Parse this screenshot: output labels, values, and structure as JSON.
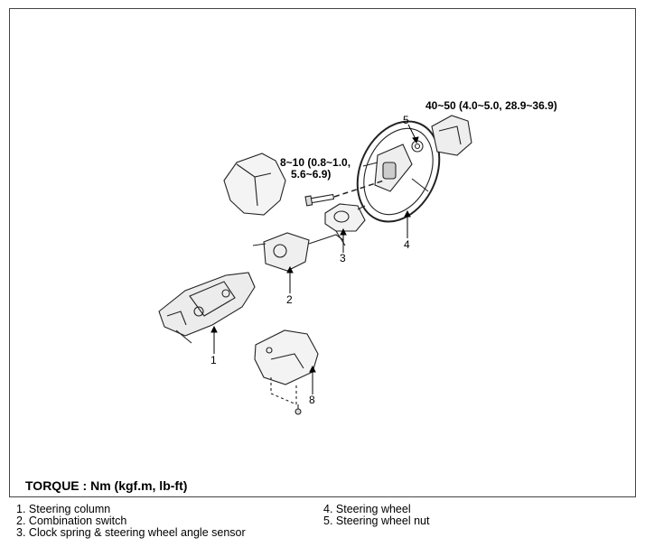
{
  "callouts": [
    "1",
    "2",
    "3",
    "4",
    "5",
    "8"
  ],
  "torque_specs": {
    "nut": "40~50 (4.0~5.0, 28.9~36.9)",
    "bolt_line1": "8~10 (0.8~1.0,",
    "bolt_line2": "5.6~6.9)"
  },
  "torque_title": "TORQUE : Nm (kgf.m, lb-ft)",
  "legend": [
    {
      "num": "1.",
      "text": "Steering column"
    },
    {
      "num": "2.",
      "text": "Combination switch"
    },
    {
      "num": "3.",
      "text": "Clock spring & steering wheel angle sensor"
    },
    {
      "num": "4.",
      "text": "Steering wheel"
    },
    {
      "num": "5.",
      "text": "Steering wheel nut"
    }
  ]
}
